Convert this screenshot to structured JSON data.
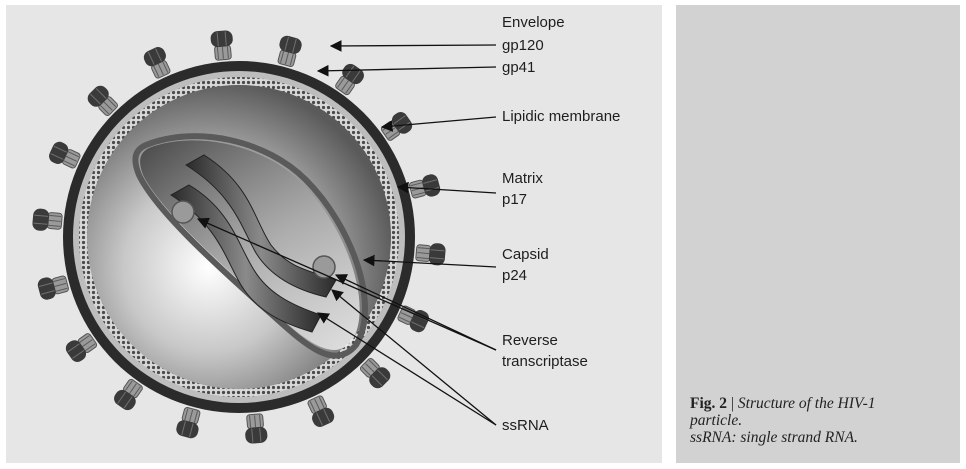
{
  "labels": {
    "envelope": "Envelope",
    "gp120": "gp120",
    "gp41": "gp41",
    "lipidic_membrane": "Lipidic membrane",
    "matrix": "Matrix",
    "p17": "p17",
    "capsid": "Capsid",
    "p24": "p24",
    "reverse": "Reverse",
    "transcriptase": "transcriptase",
    "ssrna": "ssRNA"
  },
  "caption": {
    "fig_label": "Fig. 2",
    "separator": " | ",
    "title_part1": "Structure of the HIV-1",
    "title_part2": "particle.",
    "note": "ssRNA: single strand RNA."
  },
  "colors": {
    "figure_background": "#e6e6e6",
    "caption_background": "#d2d2d2",
    "envelope_ring": "#2b2b2b",
    "spike_head": "#3a3a3a",
    "spike_stalk": "#9a9a9a"
  }
}
